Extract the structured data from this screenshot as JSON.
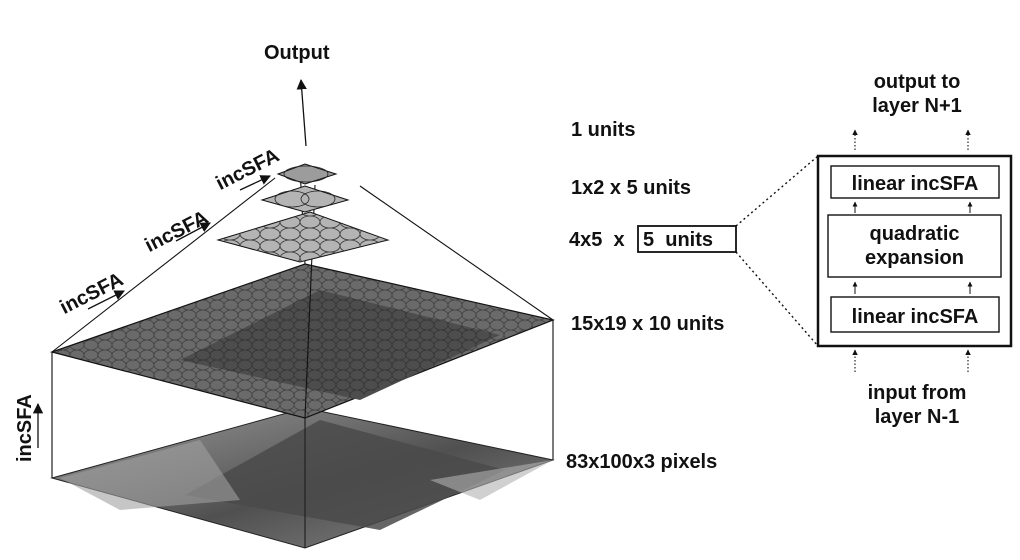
{
  "diagram": {
    "output_label": "Output",
    "incsfa_labels": [
      "incSFA",
      "incSFA",
      "incSFA",
      "incSFA"
    ],
    "layers": {
      "top": "1 units",
      "l3": "1x2 x 5 units",
      "l2_prefix": "4x5  x",
      "l2_box": "5  units",
      "l1": "15x19 x 10 units",
      "input": "83x100x3 pixels"
    },
    "node": {
      "output_to": "output to\nlayer N+1",
      "linear_top": "linear incSFA",
      "quadratic": "quadratic\nexpansion",
      "linear_bottom": "linear incSFA",
      "input_from": "input from\nlayer N-1"
    }
  }
}
